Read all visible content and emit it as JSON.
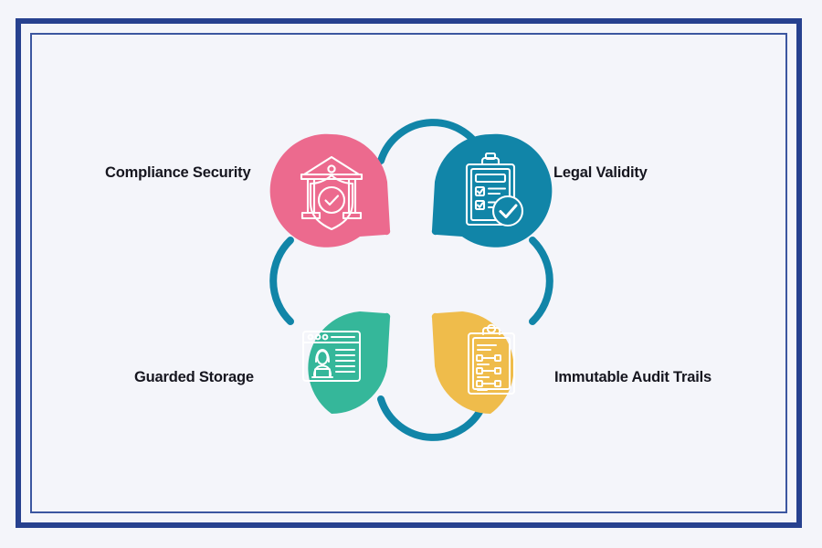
{
  "diagram": {
    "title": "Four-node petal cycle diagram",
    "background_color": "#f4f5fa",
    "frame": {
      "outer_color": "#27418f",
      "inner_color": "#3c56a0"
    },
    "connector": {
      "color": "#1185a8",
      "thickness": 8,
      "shape": "arc"
    },
    "nodes": [
      {
        "id": "compliance-security",
        "label": "Compliance Security",
        "color": "#ec6a8e",
        "icon": "bank-shield-check-icon",
        "position": "top-left",
        "point_direction": "bottom-right",
        "label_side": "left"
      },
      {
        "id": "legal-validity",
        "label": "Legal Validity",
        "color": "#1185a8",
        "icon": "clipboard-checklist-verified-icon",
        "position": "top-right",
        "point_direction": "bottom-left",
        "label_side": "right"
      },
      {
        "id": "guarded-storage",
        "label": "Guarded Storage",
        "color": "#35b79a",
        "icon": "browser-window-user-profile-icon",
        "position": "bottom-left",
        "point_direction": "top-right",
        "label_side": "left"
      },
      {
        "id": "immutable-audit-trails",
        "label": "Immutable Audit Trails",
        "color": "#efbc4b",
        "icon": "clipboard-audit-list-icon",
        "position": "bottom-right",
        "point_direction": "top-left",
        "label_side": "right"
      }
    ]
  }
}
